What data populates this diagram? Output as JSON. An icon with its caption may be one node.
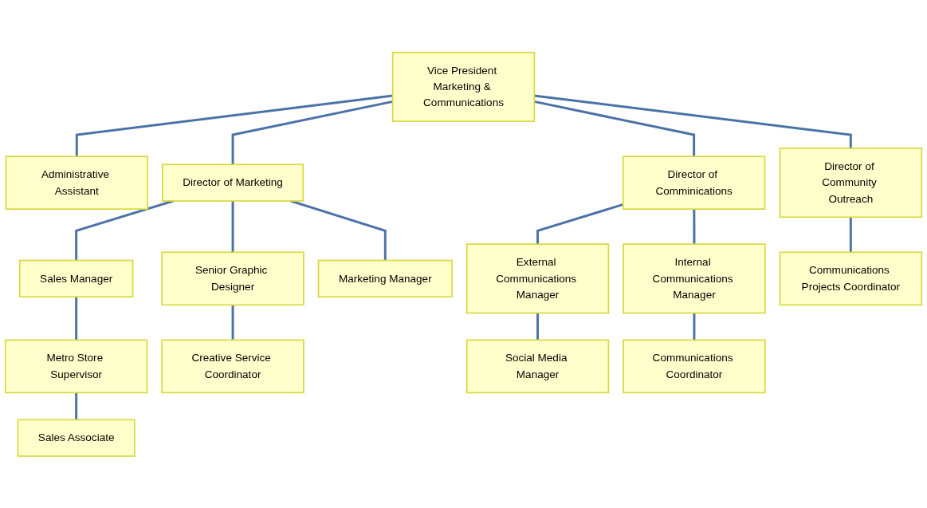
{
  "diagram": {
    "nodes": [
      {
        "text": [
          "Vice President Marketing & Communications"
        ]
      },
      {
        "text": [
          "Administrative Assistant"
        ]
      },
      {
        "text": [
          "Director of Marketing"
        ]
      },
      {
        "text": [
          "Director of Comminications"
        ]
      },
      {
        "text": [
          "Director of Community Outreach"
        ]
      },
      {
        "text": [
          "Sales Manager"
        ]
      },
      {
        "text": [
          "Senior Graphic Designer"
        ]
      },
      {
        "text": [
          "Marketing Manager"
        ]
      },
      {
        "text": [
          "External Communications Manager"
        ]
      },
      {
        "text": [
          "Internal Communications Manager"
        ]
      },
      {
        "text": [
          "Metro Store Supervisor"
        ]
      },
      {
        "text": [
          "Creative Service Coordinator"
        ]
      },
      {
        "text": [
          "Social Media Manager"
        ]
      },
      {
        "text": [
          "Communications Coordinator"
        ]
      },
      {
        "text": [
          "Communications Projects Coordinator"
        ]
      },
      {
        "text": [
          "Sales Associate"
        ]
      }
    ],
    "edges": [
      {
        "from": 0,
        "to": 1,
        "arrow": "none"
      },
      {
        "from": 0,
        "to": 2,
        "arrow": "none"
      },
      {
        "from": 0,
        "to": 3,
        "arrow": "none"
      },
      {
        "from": 0,
        "to": 4,
        "arrow": "none"
      },
      {
        "from": 2,
        "to": 5,
        "arrow": "none"
      },
      {
        "from": 2,
        "to": 6,
        "arrow": "none"
      },
      {
        "from": 2,
        "to": 7,
        "arrow": "none"
      },
      {
        "from": 3,
        "to": 8,
        "arrow": "none"
      },
      {
        "from": 3,
        "to": 9,
        "arrow": "none"
      },
      {
        "from": 5,
        "to": 10,
        "arrow": "none"
      },
      {
        "from": 6,
        "to": 11,
        "arrow": "none"
      },
      {
        "from": 8,
        "to": 12,
        "arrow": "none"
      },
      {
        "from": 9,
        "to": 13,
        "arrow": "none"
      },
      {
        "from": 4,
        "to": 14,
        "arrow": "none"
      },
      {
        "from": 10,
        "to": 15,
        "arrow": "none"
      }
    ]
  }
}
